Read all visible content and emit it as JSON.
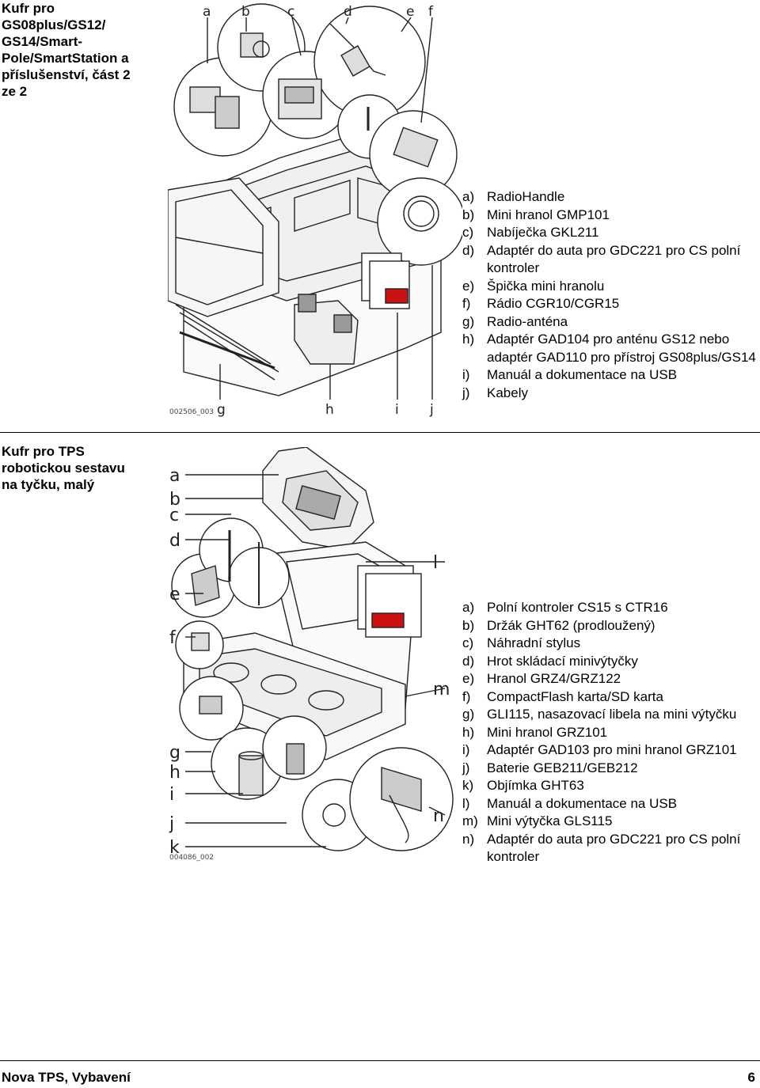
{
  "section1": {
    "title": "Kufr pro GS08plus/GS12/ GS14/Smart-Pole/SmartStation a příslušenství, část 2 ze 2",
    "figure_id": "002506_003",
    "callouts_top": [
      "a",
      "b",
      "c",
      "d",
      "e",
      "f"
    ],
    "callouts_bottom": [
      "g",
      "h",
      "i",
      "j"
    ],
    "legend": [
      {
        "key": "a)",
        "text": "RadioHandle"
      },
      {
        "key": "b)",
        "text": "Mini hranol GMP101"
      },
      {
        "key": "c)",
        "text": "Nabíječka GKL211"
      },
      {
        "key": "d)",
        "text": "Adaptér do auta pro GDC221 pro CS polní kontroler"
      },
      {
        "key": "e)",
        "text": "Špička mini hranolu"
      },
      {
        "key": "f)",
        "text": "Rádio CGR10/CGR15"
      },
      {
        "key": "g)",
        "text": "Radio-anténa"
      },
      {
        "key": "h)",
        "text": "Adaptér GAD104 pro anténu GS12 nebo adaptér GAD110 pro přístroj GS08plus/GS14"
      },
      {
        "key": "i)",
        "text": "Manuál a dokumentace na USB"
      },
      {
        "key": "j)",
        "text": "Kabely"
      }
    ]
  },
  "section2": {
    "title": "Kufr pro TPS robotickou sestavu na tyčku, malý",
    "figure_id": "004086_002",
    "callouts_left": [
      "a",
      "b",
      "c",
      "d",
      "e",
      "f",
      "g",
      "h",
      "i",
      "j",
      "k"
    ],
    "callouts_right": [
      "l",
      "m",
      "n"
    ],
    "legend": [
      {
        "key": "a)",
        "text": "Polní kontroler CS15 s CTR16"
      },
      {
        "key": "b)",
        "text": "Držák GHT62 (prodloužený)"
      },
      {
        "key": "c)",
        "text": "Náhradní stylus"
      },
      {
        "key": "d)",
        "text": "Hrot skládací minivýtyčky"
      },
      {
        "key": "e)",
        "text": "Hranol GRZ4/GRZ122"
      },
      {
        "key": "f)",
        "text": "CompactFlash karta/SD karta"
      },
      {
        "key": "g)",
        "text": "GLI115, nasazovací libela na mini výtyčku"
      },
      {
        "key": "h)",
        "text": "Mini hranol GRZ101"
      },
      {
        "key": "i)",
        "text": "Adaptér GAD103 pro mini hranol GRZ101"
      },
      {
        "key": "j)",
        "text": "Baterie GEB211/GEB212"
      },
      {
        "key": "k)",
        "text": "Objímka GHT63"
      },
      {
        "key": "l)",
        "text": "Manuál a dokumentace na USB"
      },
      {
        "key": "m)",
        "text": "Mini výtyčka GLS115"
      },
      {
        "key": "n)",
        "text": "Adaptér do auta pro GDC221 pro CS polní kontroler"
      }
    ]
  },
  "footer": {
    "left": "Nova TPS, Vybavení",
    "page": "6"
  }
}
